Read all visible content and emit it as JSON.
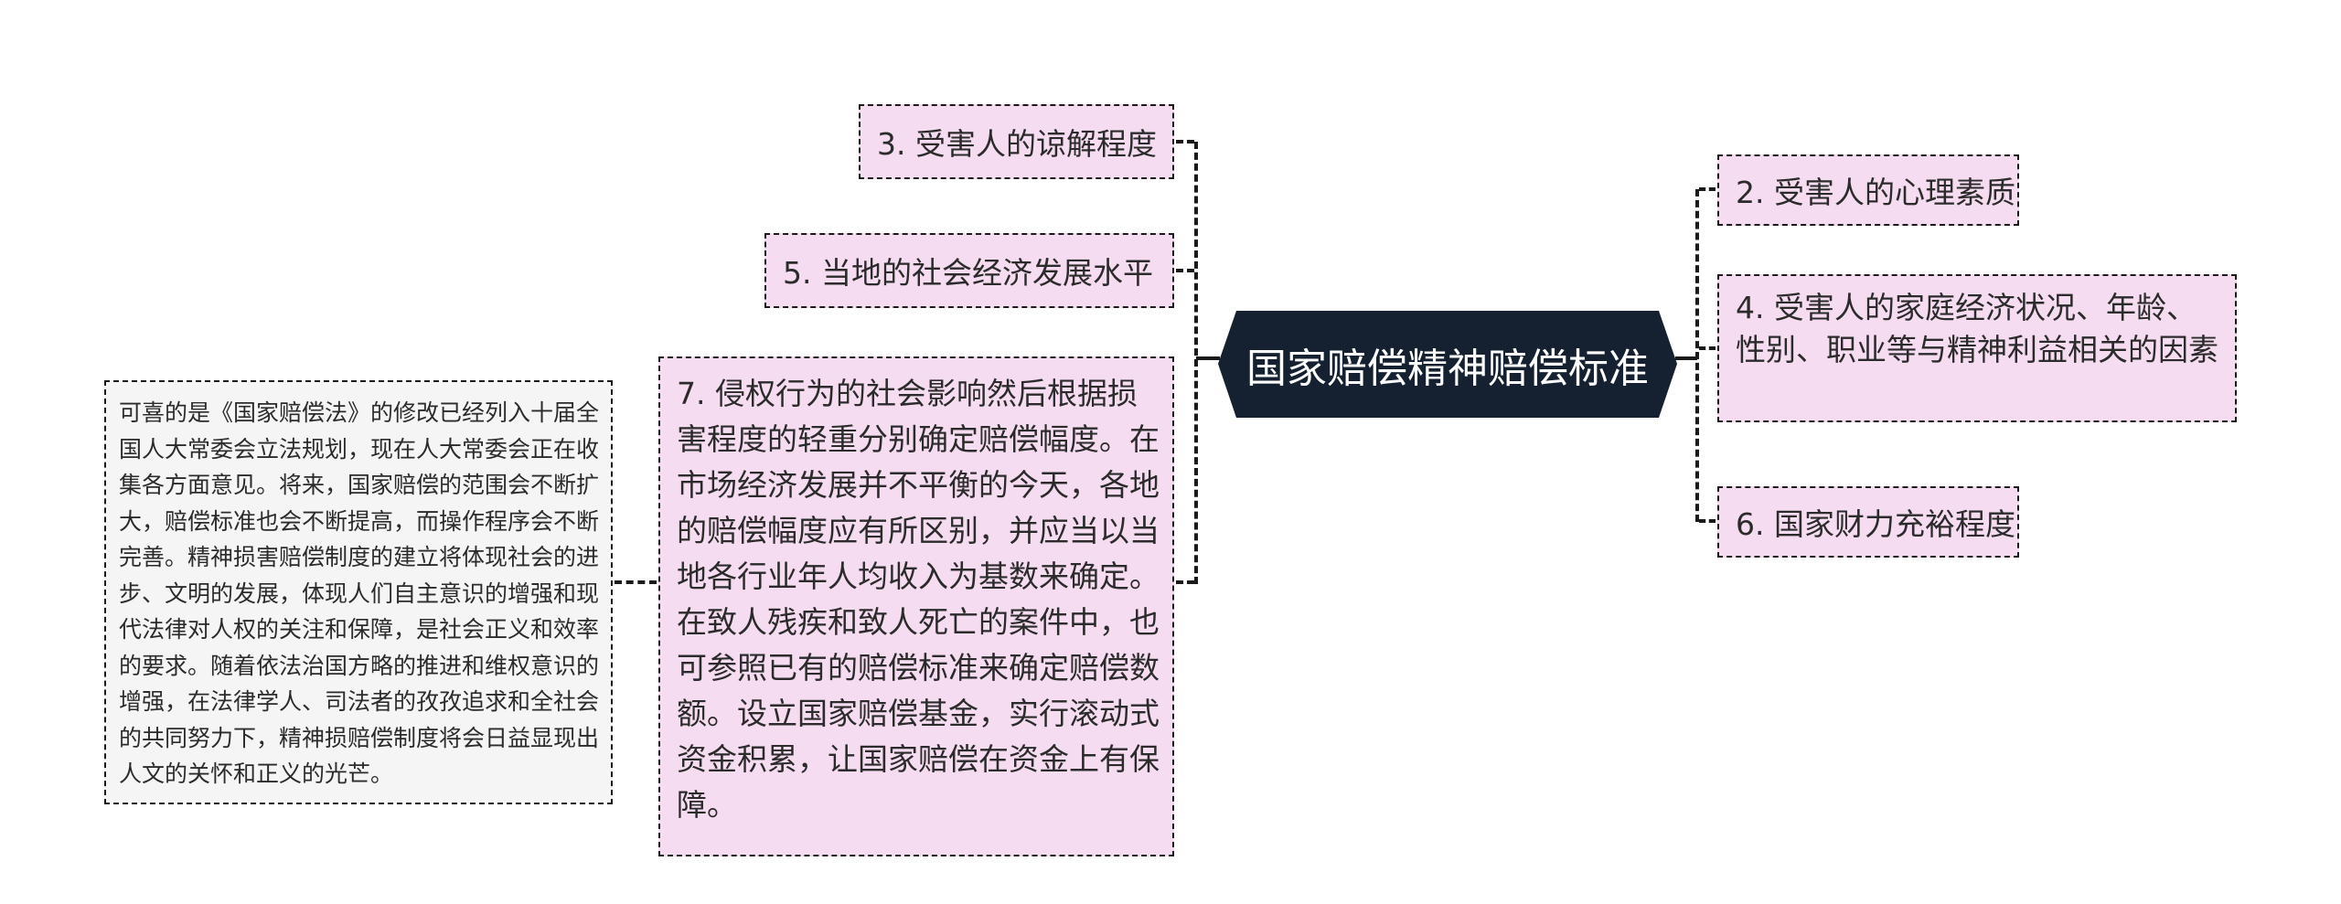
{
  "root": {
    "label": "国家赔偿精神赔偿标准",
    "fill": "#152030",
    "text_color": "#ffffff"
  },
  "left_branches": [
    {
      "id": "3",
      "label": "3. 受害人的谅解程度"
    },
    {
      "id": "5",
      "label": "5. 当地的社会经济发展水平"
    },
    {
      "id": "7",
      "label": "7. 侵权行为的社会影响然后根据损害程度的轻重分别确定赔偿幅度。在市场经济发展并不平衡的今天，各地的赔偿幅度应有所区别，并应当以当地各行业年人均收入为基数来确定。在致人残疾和致人死亡的案件中，也可参照已有的赔偿标准来确定赔偿数额。设立国家赔偿基金，实行滚动式资金积累，让国家赔偿在资金上有保障。"
    }
  ],
  "note": {
    "attached_to": "7",
    "text": "可喜的是《国家赔偿法》的修改已经列入十届全国人大常委会立法规划，现在人大常委会正在收集各方面意见。将来，国家赔偿的范围会不断扩大，赔偿标准也会不断提高，而操作程序会不断完善。精神损害赔偿制度的建立将体现社会的进步、文明的发展，体现人们自主意识的增强和现代法律对人权的关注和保障，是社会正义和效率的要求。随着依法治国方略的推进和维权意识的增强，在法律学人、司法者的孜孜追求和全社会的共同努力下，精神损赔偿制度将会日益显现出人文的关怀和正义的光芒。"
  },
  "right_branches": [
    {
      "id": "2",
      "label": "2. 受害人的心理素质"
    },
    {
      "id": "4",
      "label": "4. 受害人的家庭经济状况、年龄、性别、职业等与精神利益相关的因素"
    },
    {
      "id": "6",
      "label": "6. 国家财力充裕程度"
    }
  ],
  "colors": {
    "branch_fill": "#f6dcf0",
    "note_fill": "#f5f5f5",
    "border": "#1a1a1a",
    "line": "#1a1a1a"
  }
}
